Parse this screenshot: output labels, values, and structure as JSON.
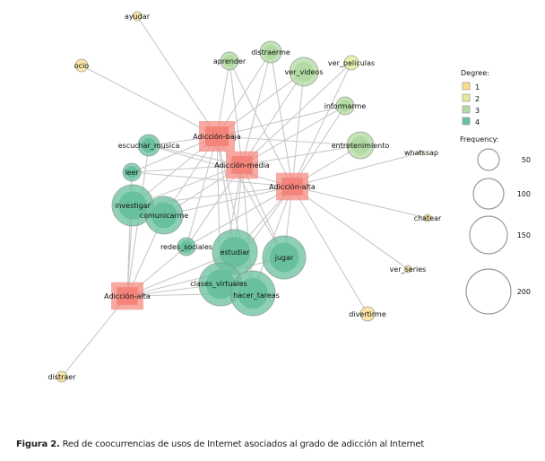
{
  "caption": {
    "label": "Figura 2.",
    "text": " Red de coocurrencias de usos de Internet asociados al grado de adicción al Internet"
  },
  "legend": {
    "degree_title": "Degree:",
    "degrees": [
      {
        "label": "1",
        "color": "#fcdc8c"
      },
      {
        "label": "2",
        "color": "#e6ea98"
      },
      {
        "label": "3",
        "color": "#b3daa2"
      },
      {
        "label": "4",
        "color": "#68c09c"
      }
    ],
    "frequency_title": "Frequency:",
    "frequencies": [
      "50",
      "100",
      "150",
      "200"
    ]
  },
  "colors": {
    "hub": "#f4847a",
    "edge": "#c8c8c8"
  },
  "hubs": [
    {
      "id": "baja",
      "label": "Adicción-baja"
    },
    {
      "id": "media",
      "label": "Adicción-media"
    },
    {
      "id": "alta1",
      "label": "Adicción-alta"
    },
    {
      "id": "alta2",
      "label": "Adicción-alta"
    }
  ],
  "nodes": [
    {
      "id": "ayudar",
      "label": "ayudar",
      "degree": 1
    },
    {
      "id": "ocio",
      "label": "ocio",
      "degree": 1
    },
    {
      "id": "aprender",
      "label": "aprender",
      "degree": 3
    },
    {
      "id": "distraerme",
      "label": "distraerme",
      "degree": 3
    },
    {
      "id": "ver_videos",
      "label": "ver_videos",
      "degree": 3
    },
    {
      "id": "ver_peliculas",
      "label": "ver_peliculas",
      "degree": 2
    },
    {
      "id": "informarme",
      "label": "informarme",
      "degree": 3
    },
    {
      "id": "entretenimiento",
      "label": "entretenimiento",
      "degree": 3
    },
    {
      "id": "whatssap",
      "label": "whatssap",
      "degree": 1
    },
    {
      "id": "chatear",
      "label": "chatear",
      "degree": 1
    },
    {
      "id": "ver_series",
      "label": "ver_series",
      "degree": 1
    },
    {
      "id": "divertirme",
      "label": "divertirme",
      "degree": 1
    },
    {
      "id": "distraer",
      "label": "distraer",
      "degree": 1
    },
    {
      "id": "escuchar_musica",
      "label": "escuchar_musica",
      "degree": 4
    },
    {
      "id": "leer",
      "label": "leer",
      "degree": 4
    },
    {
      "id": "investigar",
      "label": "investigar",
      "degree": 4
    },
    {
      "id": "comunicarme",
      "label": "comunicarme",
      "degree": 4
    },
    {
      "id": "redes_sociales",
      "label": "redes_sociales",
      "degree": 4
    },
    {
      "id": "estudiar",
      "label": "estudiar",
      "degree": 4
    },
    {
      "id": "jugar",
      "label": "jugar",
      "degree": 4
    },
    {
      "id": "clases_virtuales",
      "label": "clases_virtuales",
      "degree": 4
    },
    {
      "id": "hacer_tareas",
      "label": "hacer_tareas",
      "degree": 4
    }
  ],
  "edges": [
    [
      "ayudar",
      "baja"
    ],
    [
      "ocio",
      "baja"
    ],
    [
      "aprender",
      "baja"
    ],
    [
      "aprender",
      "media"
    ],
    [
      "aprender",
      "alta1"
    ],
    [
      "distraerme",
      "baja"
    ],
    [
      "distraerme",
      "media"
    ],
    [
      "distraerme",
      "alta1"
    ],
    [
      "ver_videos",
      "baja"
    ],
    [
      "ver_videos",
      "media"
    ],
    [
      "ver_videos",
      "alta1"
    ],
    [
      "ver_peliculas",
      "media"
    ],
    [
      "ver_peliculas",
      "alta1"
    ],
    [
      "informarme",
      "baja"
    ],
    [
      "informarme",
      "media"
    ],
    [
      "informarme",
      "alta1"
    ],
    [
      "entretenimiento",
      "baja"
    ],
    [
      "entretenimiento",
      "media"
    ],
    [
      "entretenimiento",
      "alta1"
    ],
    [
      "whatssap",
      "alta1"
    ],
    [
      "chatear",
      "alta1"
    ],
    [
      "ver_series",
      "alta1"
    ],
    [
      "divertirme",
      "alta1"
    ],
    [
      "distraer",
      "alta2"
    ],
    [
      "escuchar_musica",
      "baja"
    ],
    [
      "escuchar_musica",
      "media"
    ],
    [
      "escuchar_musica",
      "alta1"
    ],
    [
      "escuchar_musica",
      "alta2"
    ],
    [
      "leer",
      "baja"
    ],
    [
      "leer",
      "media"
    ],
    [
      "leer",
      "alta1"
    ],
    [
      "leer",
      "alta2"
    ],
    [
      "investigar",
      "baja"
    ],
    [
      "investigar",
      "media"
    ],
    [
      "investigar",
      "alta1"
    ],
    [
      "investigar",
      "alta2"
    ],
    [
      "comunicarme",
      "baja"
    ],
    [
      "comunicarme",
      "media"
    ],
    [
      "comunicarme",
      "alta1"
    ],
    [
      "comunicarme",
      "alta2"
    ],
    [
      "redes_sociales",
      "baja"
    ],
    [
      "redes_sociales",
      "media"
    ],
    [
      "redes_sociales",
      "alta1"
    ],
    [
      "redes_sociales",
      "alta2"
    ],
    [
      "estudiar",
      "baja"
    ],
    [
      "estudiar",
      "media"
    ],
    [
      "estudiar",
      "alta1"
    ],
    [
      "estudiar",
      "alta2"
    ],
    [
      "jugar",
      "baja"
    ],
    [
      "jugar",
      "media"
    ],
    [
      "jugar",
      "alta1"
    ],
    [
      "jugar",
      "alta2"
    ],
    [
      "clases_virtuales",
      "baja"
    ],
    [
      "clases_virtuales",
      "media"
    ],
    [
      "clases_virtuales",
      "alta1"
    ],
    [
      "clases_virtuales",
      "alta2"
    ],
    [
      "hacer_tareas",
      "baja"
    ],
    [
      "hacer_tareas",
      "media"
    ],
    [
      "hacer_tareas",
      "alta1"
    ],
    [
      "hacer_tareas",
      "alta2"
    ]
  ]
}
